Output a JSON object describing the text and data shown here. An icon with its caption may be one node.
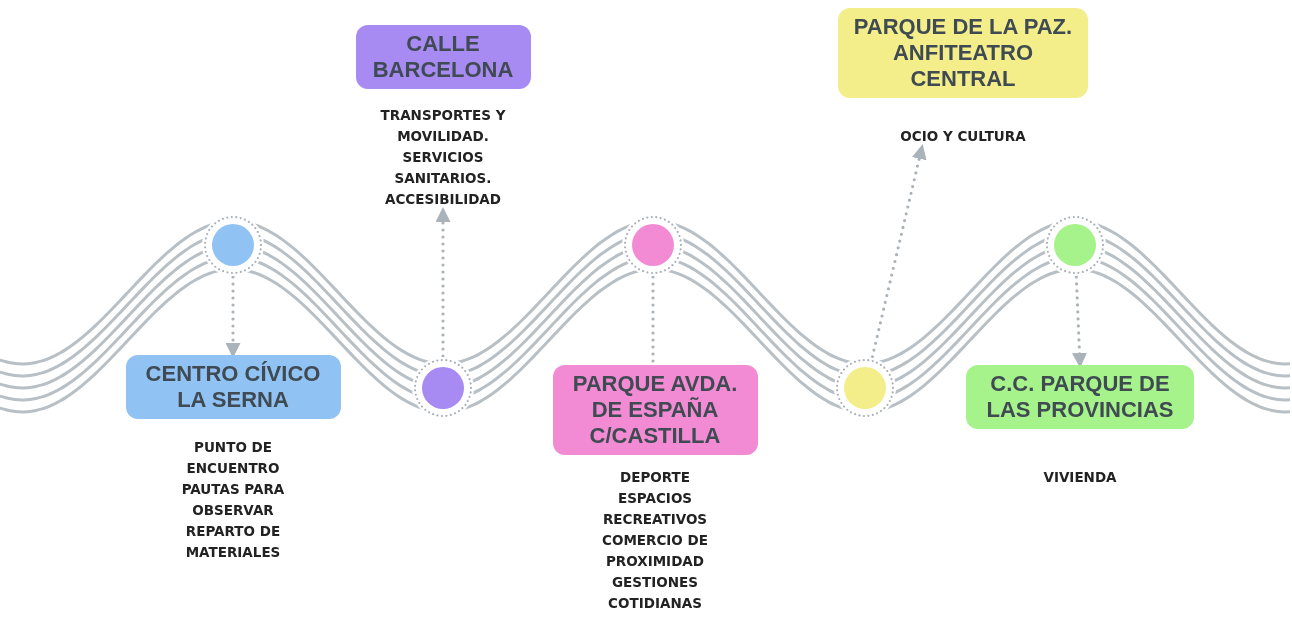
{
  "diagram": {
    "nodes": [
      {
        "text": [],
        "shape": "circle"
      },
      {
        "text": [
          "CENTRO CÍVICO LA SERNA"
        ],
        "beside": [
          "PUNTO DE ENCUENTRO",
          "PAUTAS PARA OBSERVAR",
          "REPARTO DE MATERIALES"
        ]
      },
      {
        "text": [],
        "shape": "circle"
      },
      {
        "text": [
          "CALLE BARCELONA"
        ],
        "beside": [
          "TRANSPORTES Y MOVILIDAD.",
          "SERVICIOS SANITARIOS.",
          "ACCESIBILIDAD"
        ]
      },
      {
        "text": [],
        "shape": "circle"
      },
      {
        "text": [
          "PARQUE AVDA. DE ESPAÑA C/CASTILLA"
        ],
        "beside": [
          "DEPORTE",
          "ESPACIOS RECREATIVOS",
          "COMERCIO DE PROXIMIDAD",
          "GESTIONES COTIDIANAS"
        ]
      },
      {
        "text": [],
        "shape": "circle"
      },
      {
        "text": [
          "PARQUE DE LA PAZ. ANFITEATRO CENTRAL"
        ],
        "beside": [
          "OCIO Y CULTURA"
        ]
      },
      {
        "text": [],
        "shape": "circle"
      },
      {
        "text": [
          "C.C. PARQUE DE LAS PROVINCIAS"
        ],
        "beside": [
          "VIVIENDA"
        ]
      }
    ],
    "edges": [
      {
        "from": 0,
        "to": 1,
        "arrow": "to"
      },
      {
        "from": 2,
        "to": 3,
        "arrow": "to"
      },
      {
        "from": 4,
        "to": 5,
        "arrow": "none"
      },
      {
        "from": 6,
        "to": 7,
        "arrow": "to"
      },
      {
        "from": 8,
        "to": 9,
        "arrow": "to"
      }
    ]
  }
}
